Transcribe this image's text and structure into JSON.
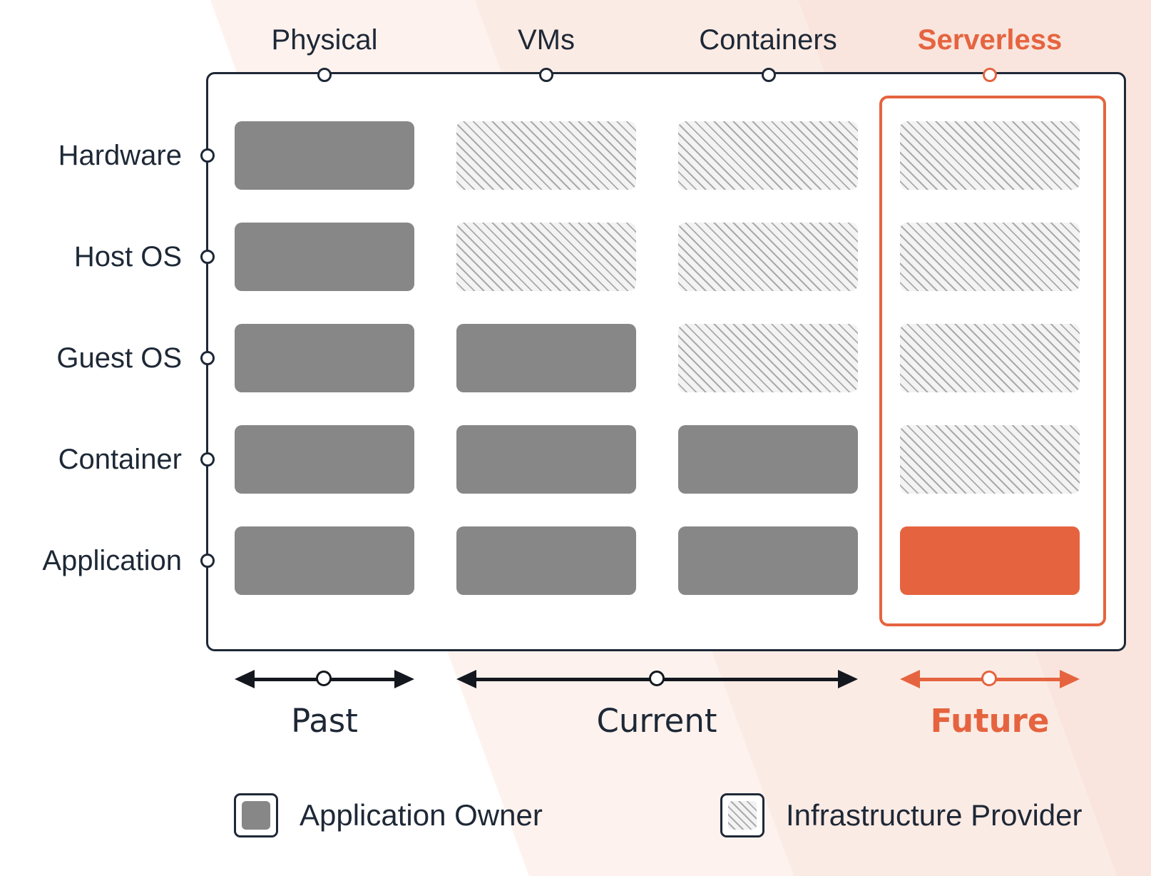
{
  "palette": {
    "ink": "#1e2836",
    "accent": "#e5643f",
    "owner_gray": "#878787",
    "hatch_bg": "#f3f3f3",
    "hatch_line": "#aaaaaa",
    "arrow_black": "#14181e"
  },
  "columns": [
    {
      "id": "physical",
      "label": "Physical",
      "accent": false
    },
    {
      "id": "vms",
      "label": "VMs",
      "accent": false
    },
    {
      "id": "containers",
      "label": "Containers",
      "accent": false
    },
    {
      "id": "serverless",
      "label": "Serverless",
      "accent": true
    }
  ],
  "rows": [
    {
      "id": "hardware",
      "label": "Hardware"
    },
    {
      "id": "host-os",
      "label": "Host OS"
    },
    {
      "id": "guest-os",
      "label": "Guest OS"
    },
    {
      "id": "container",
      "label": "Container"
    },
    {
      "id": "application",
      "label": "Application"
    }
  ],
  "grid": {
    "cell_types_by_row": [
      [
        "owner",
        "provider",
        "provider",
        "provider"
      ],
      [
        "owner",
        "provider",
        "provider",
        "provider"
      ],
      [
        "owner",
        "owner",
        "provider",
        "provider"
      ],
      [
        "owner",
        "owner",
        "owner",
        "provider"
      ],
      [
        "owner",
        "owner",
        "owner",
        "accent"
      ]
    ]
  },
  "eras": [
    {
      "id": "past",
      "label": "Past",
      "accent": false
    },
    {
      "id": "current",
      "label": "Current",
      "accent": false
    },
    {
      "id": "future",
      "label": "Future",
      "accent": true
    }
  ],
  "legend": [
    {
      "id": "application-owner",
      "swatch": "owner",
      "label": "Application Owner"
    },
    {
      "id": "infrastructure-provider",
      "swatch": "provider",
      "label": "Infrastructure Provider"
    }
  ]
}
